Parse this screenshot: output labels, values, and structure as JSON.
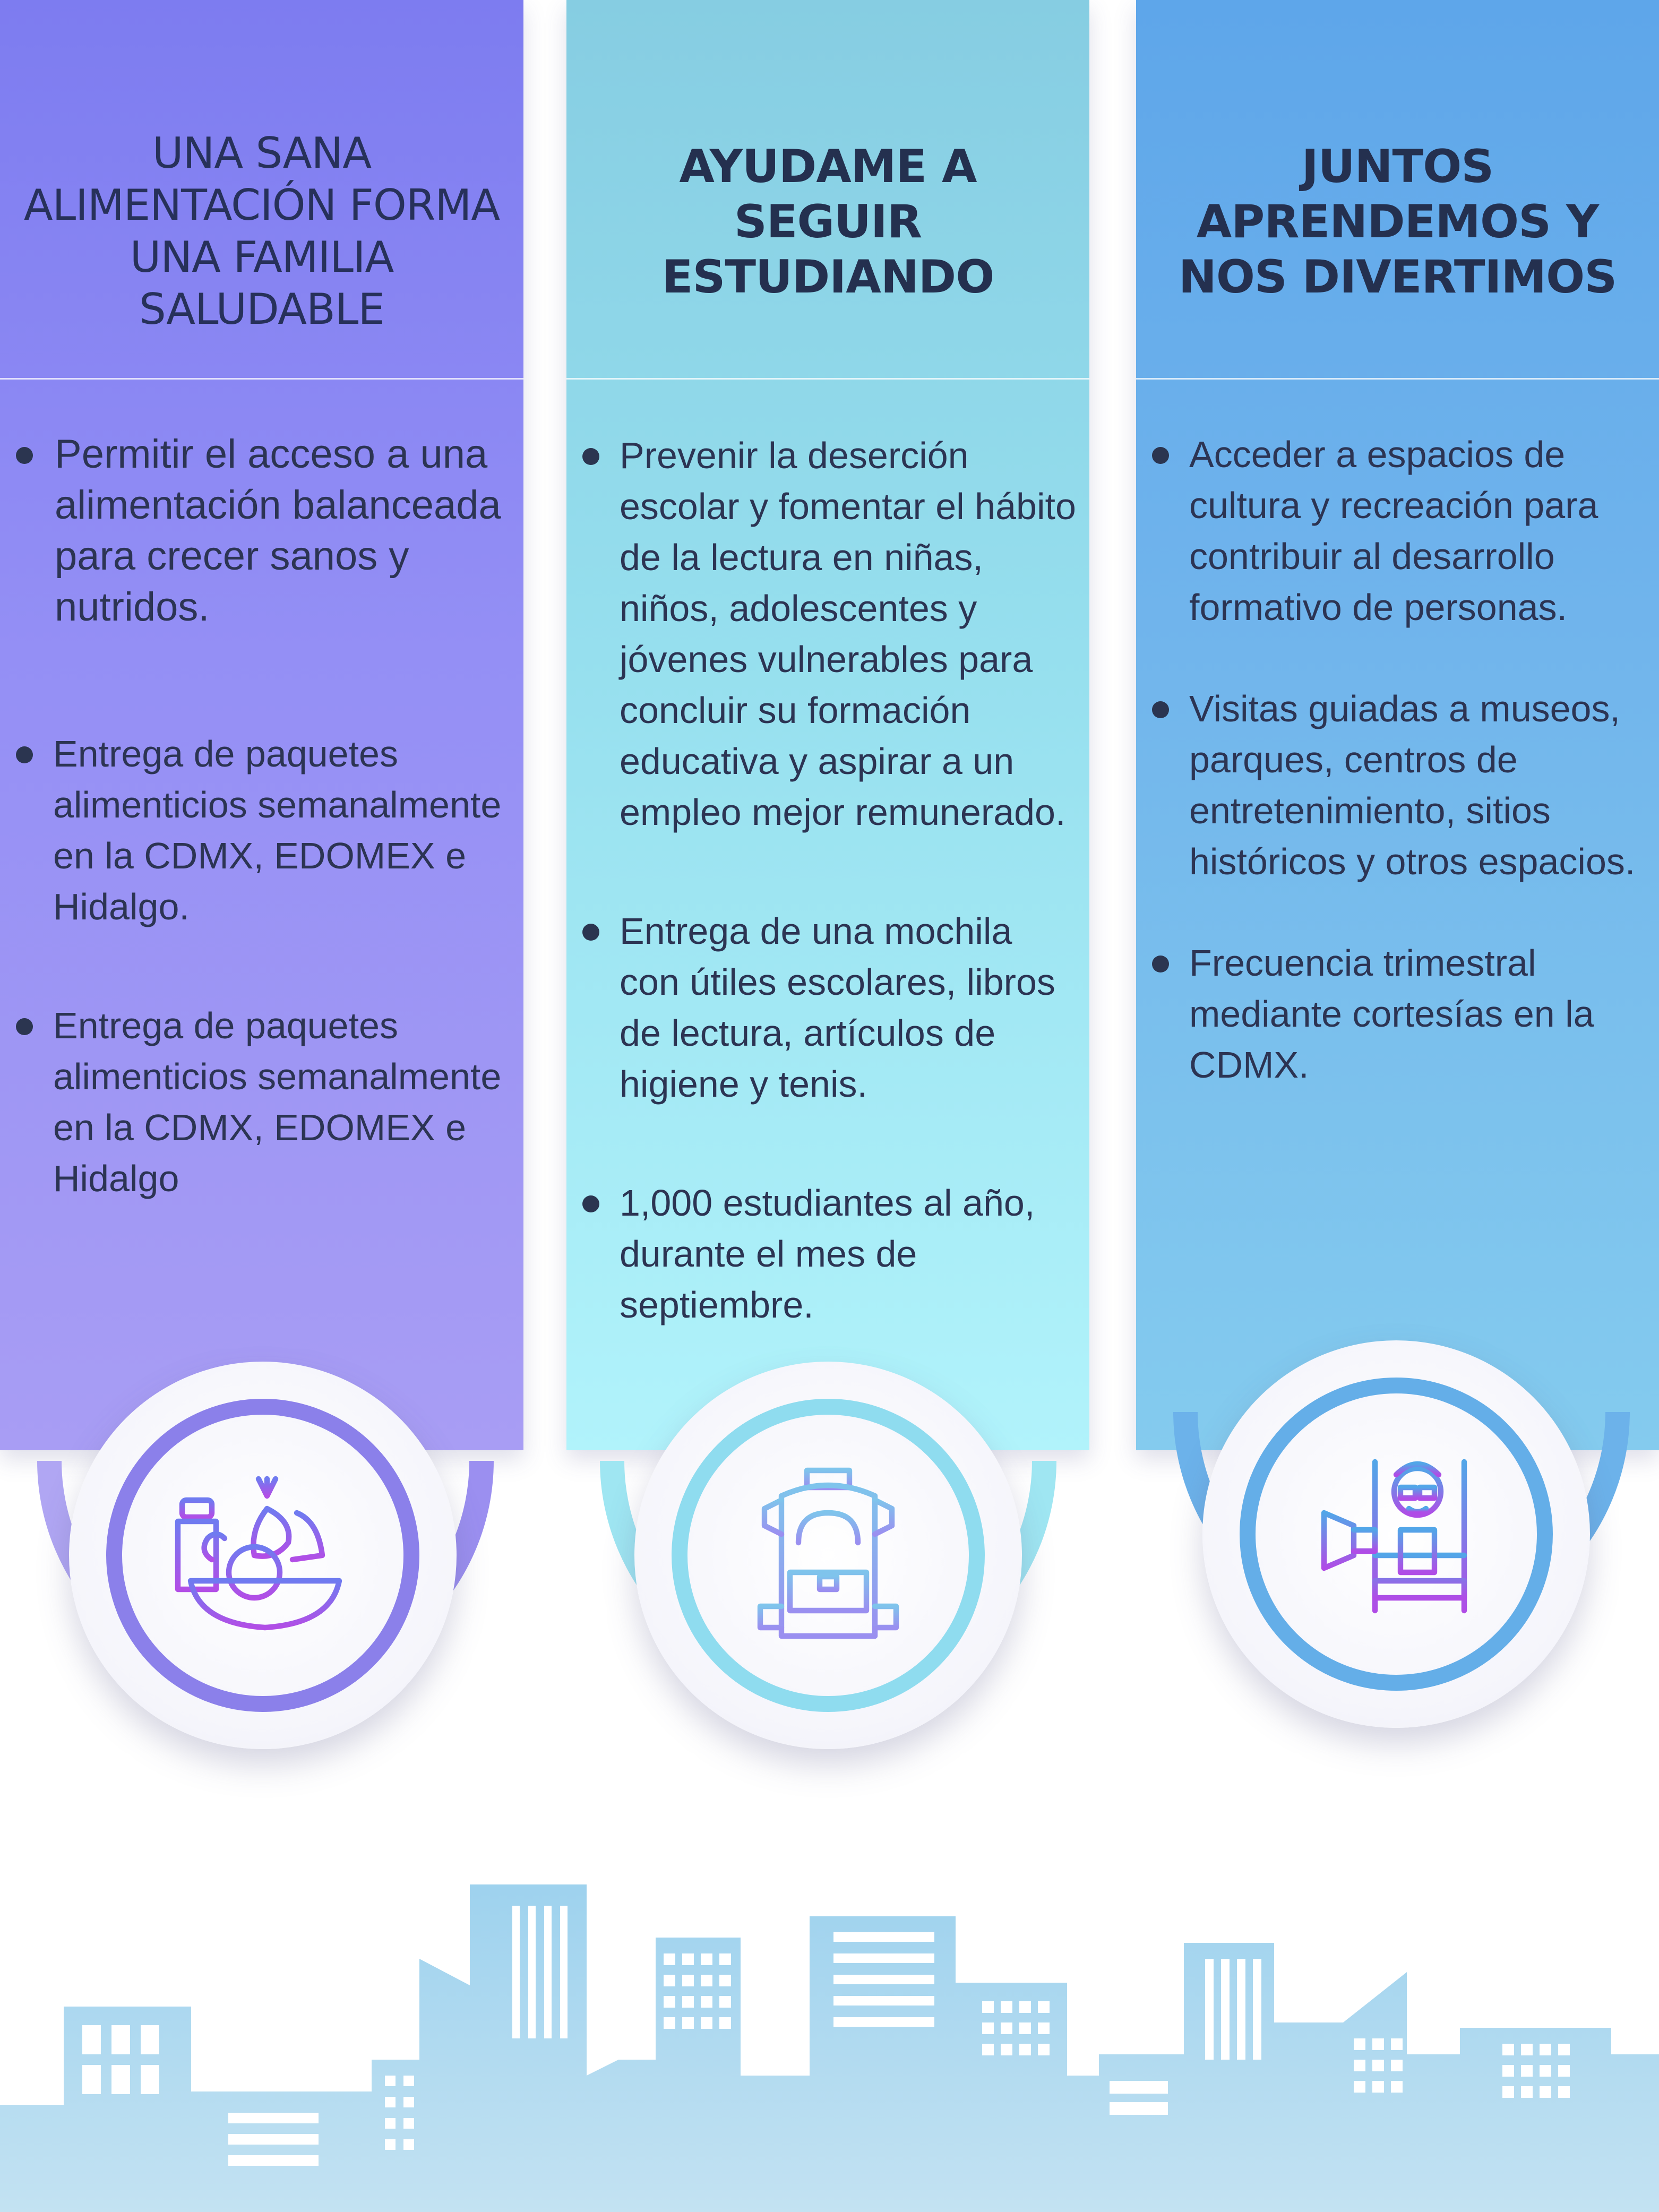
{
  "columns": [
    {
      "title": "Una sana alimentación forma una familia saludable",
      "bullets": [
        "Permitir  el acceso a una alimentación balanceada para crecer sanos y nutridos.",
        "Entrega de paquetes alimenticios semanalmente en la CDMX, EDOMEX e Hidalgo.",
        "Entrega de paquetes alimenticios semanalmente en la CDMX, EDOMEX e Hidalgo"
      ],
      "icon": "food-basket-icon",
      "accent": "#8b80ea"
    },
    {
      "title": "Ayudame a seguir estudiando",
      "bullets": [
        "Prevenir la deserción escolar y fomentar el hábito de la lectura en niñas, niños, adolescentes y jóvenes vulnerables para concluir su formación educativa y aspirar a un empleo mejor remunerado.",
        "Entrega de una mochila con útiles escolares, libros de lectura, artículos de higiene y tenis.",
        "1,000 estudiantes al año, durante el mes de septiembre."
      ],
      "icon": "backpack-icon",
      "accent": "#8fdcef"
    },
    {
      "title": "Juntos aprendemos y nos divertimos",
      "bullets": [
        "Acceder a espacios de cultura y recreación para contribuir al desarrollo formativo de personas.",
        "Visitas guiadas a museos, parques, centros de entretenimiento, sitios históricos y otros espacios.",
        "Frecuencia trimestral mediante cortesías en la CDMX."
      ],
      "icon": "child-cinema-chair-icon",
      "accent": "#64aee8"
    }
  ]
}
